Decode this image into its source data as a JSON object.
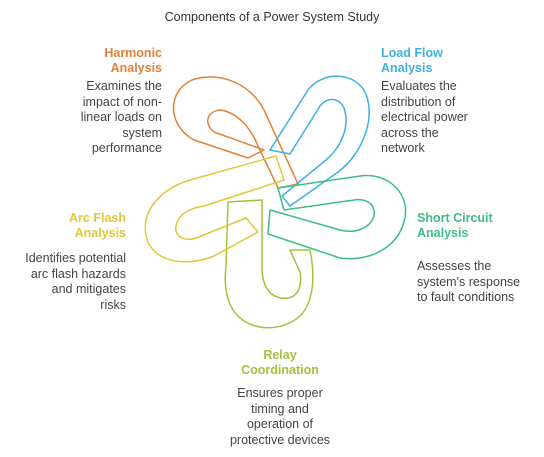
{
  "title": "Components of a Power System Study",
  "colors": {
    "harmonic": "#E0823A",
    "load_flow": "#3FB1E0",
    "short_circuit": "#3DBE84",
    "relay": "#A3C23A",
    "arc_flash": "#E2C63A"
  },
  "components": {
    "harmonic": {
      "heading": "Harmonic\nAnalysis",
      "description": "Examines the\nimpact of non-\nlinear loads on\nsystem\nperformance"
    },
    "load_flow": {
      "heading": "Load Flow\nAnalysis",
      "description": "Evaluates the\ndistribution of\nelectrical power\nacross the\nnetwork"
    },
    "short_circuit": {
      "heading": "Short Circuit\nAnalysis",
      "description": "Assesses the\nsystem's response\nto fault conditions"
    },
    "relay": {
      "heading": "Relay\nCoordination",
      "description": "Ensures proper\ntiming and\noperation of\nprotective devices"
    },
    "arc_flash": {
      "heading": "Arc Flash\nAnalysis",
      "description": "Identifies potential\narc flash hazards\nand mitigates\nrisks"
    }
  }
}
